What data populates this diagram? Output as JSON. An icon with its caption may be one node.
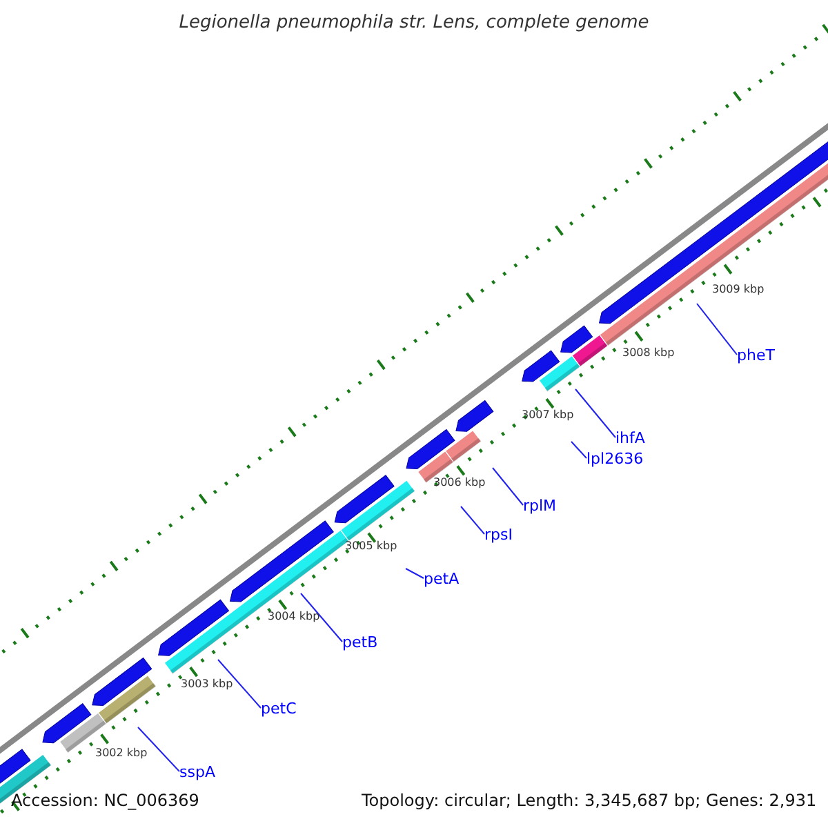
{
  "diagram": {
    "title": "Legionella pneumophila str. Lens, complete genome",
    "nodes": [
      {
        "text": [
          "sspA"
        ]
      },
      {
        "text": [
          "petC"
        ]
      },
      {
        "text": [
          "petB"
        ]
      },
      {
        "text": [
          "petA"
        ]
      },
      {
        "text": [
          "rpsI"
        ]
      },
      {
        "text": [
          "rplM"
        ]
      },
      {
        "text": [
          "lpl2636"
        ]
      },
      {
        "text": [
          "ihfA"
        ]
      },
      {
        "text": [
          "pheT"
        ]
      }
    ],
    "edges": [
      {
        "from": 0,
        "to": null,
        "arrow": "none"
      },
      {
        "from": 1,
        "to": null,
        "arrow": "none"
      },
      {
        "from": 2,
        "to": null,
        "arrow": "none"
      },
      {
        "from": 3,
        "to": null,
        "arrow": "none"
      },
      {
        "from": 4,
        "to": null,
        "arrow": "none"
      },
      {
        "from": 5,
        "to": null,
        "arrow": "none"
      },
      {
        "from": 6,
        "to": null,
        "arrow": "none"
      },
      {
        "from": 7,
        "to": null,
        "arrow": "none"
      },
      {
        "from": 8,
        "to": null,
        "arrow": "none"
      }
    ],
    "labels": [
      "3002 kbp",
      "3003 kbp",
      "3004 kbp",
      "3005 kbp",
      "3006 kbp",
      "3007 kbp",
      "3008 kbp",
      "3009 kbp",
      "Accession: NC_006369",
      "Topology: circular; Length: 3,345,687 bp; Genes: 2,931"
    ]
  }
}
